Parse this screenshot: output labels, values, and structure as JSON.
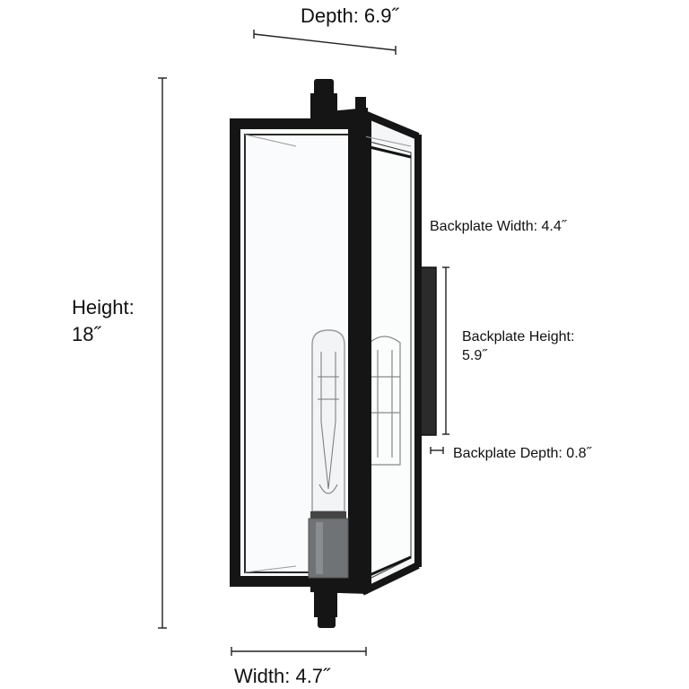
{
  "dimensions": {
    "depth": "Depth: 6.9˝",
    "height_label": "Height:",
    "height_value": "18˝",
    "width": "Width: 4.7˝",
    "backplate_width": "Backplate Width: 4.4˝",
    "backplate_height_label": "Backplate Height:",
    "backplate_height_value": "5.9˝",
    "backplate_depth": "Backplate Depth: 0.8˝"
  },
  "colors": {
    "frame": "#151515",
    "glass": "#f7f8f9",
    "backplate": "#2b2b2b",
    "dimension_line": "#222222"
  }
}
